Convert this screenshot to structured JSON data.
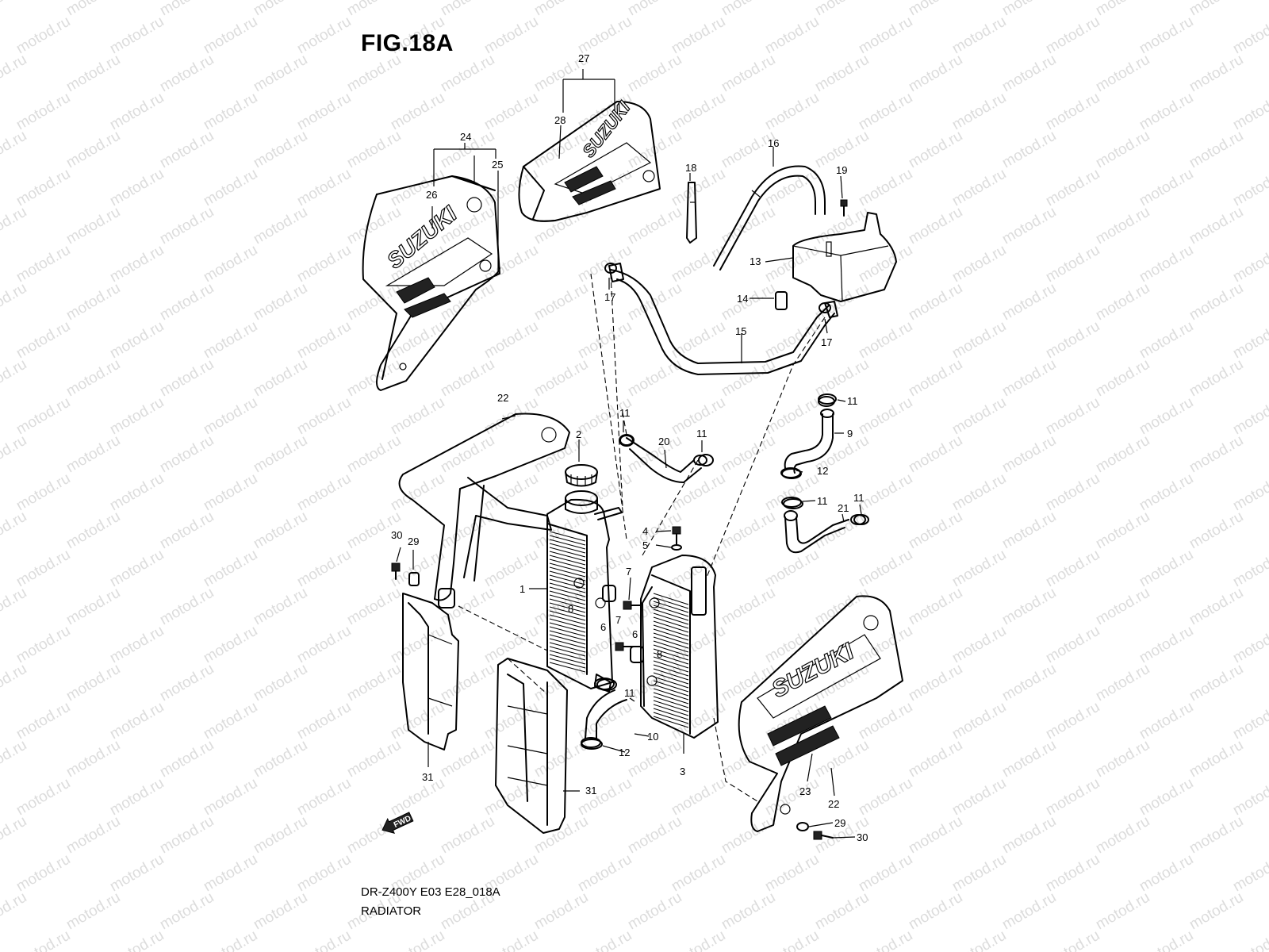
{
  "figure": {
    "title": "FIG.18A",
    "model_code": "DR-Z400Y E03 E28_018A",
    "section_name": "RADIATOR",
    "watermark": "motod.ru",
    "shroud_logo": "SUZUKI",
    "fwd_label": "FWD"
  },
  "callouts": [
    {
      "id": "c27",
      "label": "27"
    },
    {
      "id": "c28",
      "label": "28"
    },
    {
      "id": "c24",
      "label": "24"
    },
    {
      "id": "c25",
      "label": "25"
    },
    {
      "id": "c26",
      "label": "26"
    },
    {
      "id": "c16",
      "label": "16"
    },
    {
      "id": "c18",
      "label": "18"
    },
    {
      "id": "c19",
      "label": "19"
    },
    {
      "id": "c13",
      "label": "13"
    },
    {
      "id": "c14",
      "label": "14"
    },
    {
      "id": "c17a",
      "label": "17"
    },
    {
      "id": "c15",
      "label": "15"
    },
    {
      "id": "c17b",
      "label": "17"
    },
    {
      "id": "c11a",
      "label": "11"
    },
    {
      "id": "c9",
      "label": "9"
    },
    {
      "id": "c12a",
      "label": "12"
    },
    {
      "id": "c22a",
      "label": "22"
    },
    {
      "id": "c11b",
      "label": "11"
    },
    {
      "id": "c20",
      "label": "20"
    },
    {
      "id": "c11c",
      "label": "11"
    },
    {
      "id": "c2",
      "label": "2"
    },
    {
      "id": "c11d",
      "label": "11"
    },
    {
      "id": "c21",
      "label": "21"
    },
    {
      "id": "c11e",
      "label": "11"
    },
    {
      "id": "c30a",
      "label": "30"
    },
    {
      "id": "c29a",
      "label": "29"
    },
    {
      "id": "c4",
      "label": "4"
    },
    {
      "id": "c5",
      "label": "5"
    },
    {
      "id": "c1",
      "label": "1"
    },
    {
      "id": "c7a",
      "label": "7"
    },
    {
      "id": "c8a",
      "label": "8"
    },
    {
      "id": "c6a",
      "label": "6"
    },
    {
      "id": "c7b",
      "label": "7"
    },
    {
      "id": "c6b",
      "label": "6"
    },
    {
      "id": "c8b",
      "label": "8"
    },
    {
      "id": "c11f",
      "label": "11"
    },
    {
      "id": "c10",
      "label": "10"
    },
    {
      "id": "c12b",
      "label": "12"
    },
    {
      "id": "c3",
      "label": "3"
    },
    {
      "id": "c31a",
      "label": "31"
    },
    {
      "id": "c31b",
      "label": "31"
    },
    {
      "id": "c23",
      "label": "23"
    },
    {
      "id": "c22b",
      "label": "22"
    },
    {
      "id": "c29b",
      "label": "29"
    },
    {
      "id": "c30b",
      "label": "30"
    }
  ]
}
